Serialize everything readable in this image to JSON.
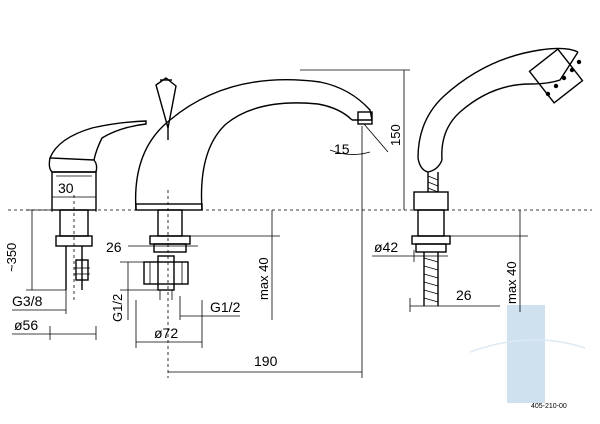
{
  "dimensions": {
    "height_mixer": "~350",
    "width_30": "30",
    "thread_g38": "G3/8",
    "dia_56": "ø56",
    "width_26_left": "26",
    "thread_g12_vertical": "G1/2",
    "thread_g12": "G1/2",
    "dia_72": "ø72",
    "max40_spout": "max 40",
    "length_190": "190",
    "height_150": "150",
    "angle_15": "15",
    "dia_42": "ø42",
    "width_26_right": "26",
    "max40_shower": "max 40"
  },
  "drawing_code": "405-210-00",
  "colors": {
    "line": "#000000",
    "watermark": "#cfe0ef"
  }
}
